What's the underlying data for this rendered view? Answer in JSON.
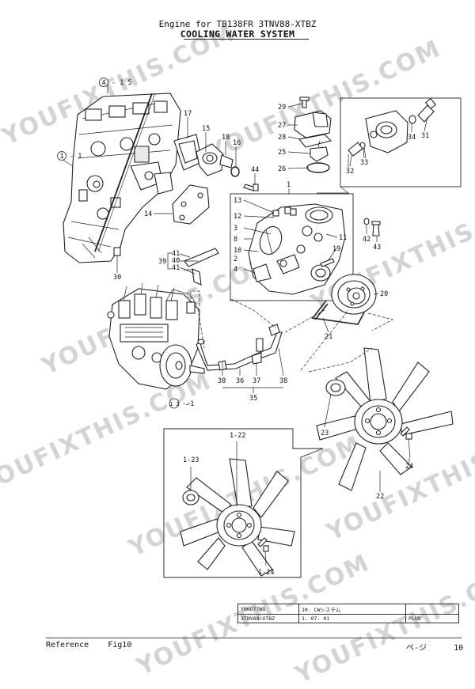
{
  "header": {
    "line1": "Engine for TB138FR  3TNV88-XTBZ",
    "line2": "COOLING WATER SYSTEM"
  },
  "watermark": {
    "text": "YOUFIXTHIS.COM"
  },
  "callouts": {
    "c_4_15": "4",
    "c_4_15_suffix": "- 1 5",
    "c_1_1": "1",
    "c_1_1_suffix": "- 1",
    "c_12_1": "1 2",
    "c_12_1_suffix": "- 1"
  },
  "labels": [
    "17",
    "15",
    "18",
    "16",
    "44",
    "29",
    "27",
    "28",
    "25",
    "26",
    "34",
    "31",
    "33",
    "32",
    "1",
    "13",
    "12",
    "3",
    "8",
    "11",
    "42",
    "43",
    "10",
    "19",
    "4",
    "2",
    "14",
    "41",
    "40",
    "41",
    "39",
    "30",
    "20",
    "21",
    "38",
    "36",
    "37",
    "38",
    "35",
    "23",
    "24",
    "22",
    "1-22",
    "1-23",
    "1-24"
  ],
  "title_block": {
    "row1": [
      "Y00D7761",
      "10. CWシステム",
      ""
    ],
    "row2": [
      "3TNV88-XTBZ",
      "1. 07. 01",
      "PLUS"
    ]
  },
  "footer": {
    "reference": "Reference",
    "fig": "Fig10",
    "page_word": "ペ-ジ",
    "page_num": "10"
  }
}
